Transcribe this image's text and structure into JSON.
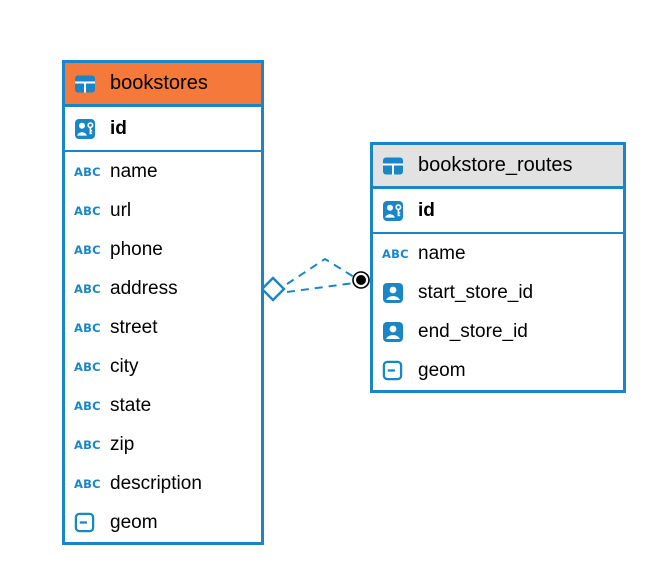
{
  "colors": {
    "accent_blue": "#1A86C8",
    "bookstores_header_bg": "#F4793B",
    "routes_header_bg": "#E2E2E2",
    "text": "#000000",
    "relationship_dot": "#000000"
  },
  "icon_glyphs": {
    "text_type": "ABC"
  },
  "diagram": {
    "tables": [
      {
        "name": "bookstores",
        "primary_key": "id",
        "fields": [
          {
            "name": "name",
            "type": "text"
          },
          {
            "name": "url",
            "type": "text"
          },
          {
            "name": "phone",
            "type": "text"
          },
          {
            "name": "address",
            "type": "text"
          },
          {
            "name": "street",
            "type": "text"
          },
          {
            "name": "city",
            "type": "text"
          },
          {
            "name": "state",
            "type": "text"
          },
          {
            "name": "zip",
            "type": "text"
          },
          {
            "name": "description",
            "type": "text"
          },
          {
            "name": "geom",
            "type": "geometry"
          }
        ]
      },
      {
        "name": "bookstore_routes",
        "primary_key": "id",
        "fields": [
          {
            "name": "name",
            "type": "text"
          },
          {
            "name": "start_store_id",
            "type": "reference"
          },
          {
            "name": "end_store_id",
            "type": "reference"
          },
          {
            "name": "geom",
            "type": "geometry"
          }
        ]
      }
    ],
    "relationships": [
      {
        "from": "bookstores",
        "to": "bookstore_routes",
        "style": "dashed"
      },
      {
        "from": "bookstores",
        "to": "bookstore_routes",
        "style": "dashed"
      }
    ]
  }
}
